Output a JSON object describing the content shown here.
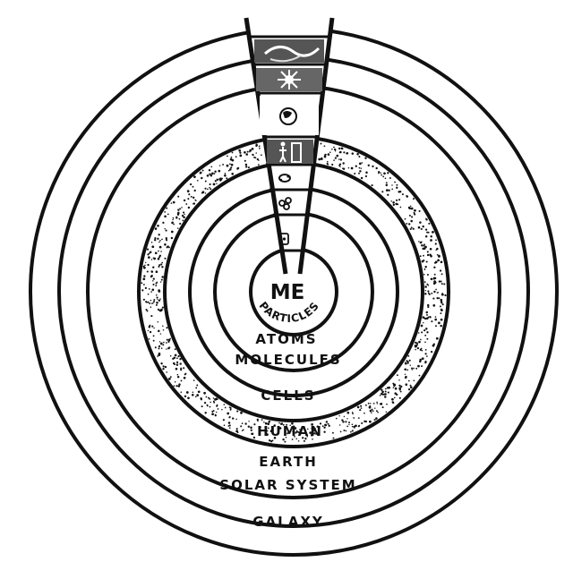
{
  "diagram": {
    "center_label": "ME",
    "particles_label": "PARTICLES",
    "ring_labels": {
      "atoms": "ATOMS",
      "molecules": "MOLECULES",
      "cells": "CELLS",
      "human": "HUMAN",
      "earth": "EARTH",
      "solar_system": "SOLAR SYSTEM",
      "galaxy": "GALAXY"
    },
    "cone_icons": [
      "galaxy-swirl-icon",
      "sun-icon",
      "earth-globe-icon",
      "human-figure-icon",
      "cell-icon",
      "molecule-icon",
      "atom-icon"
    ],
    "ink_color": "#111111",
    "background_color": "#ffffff"
  }
}
